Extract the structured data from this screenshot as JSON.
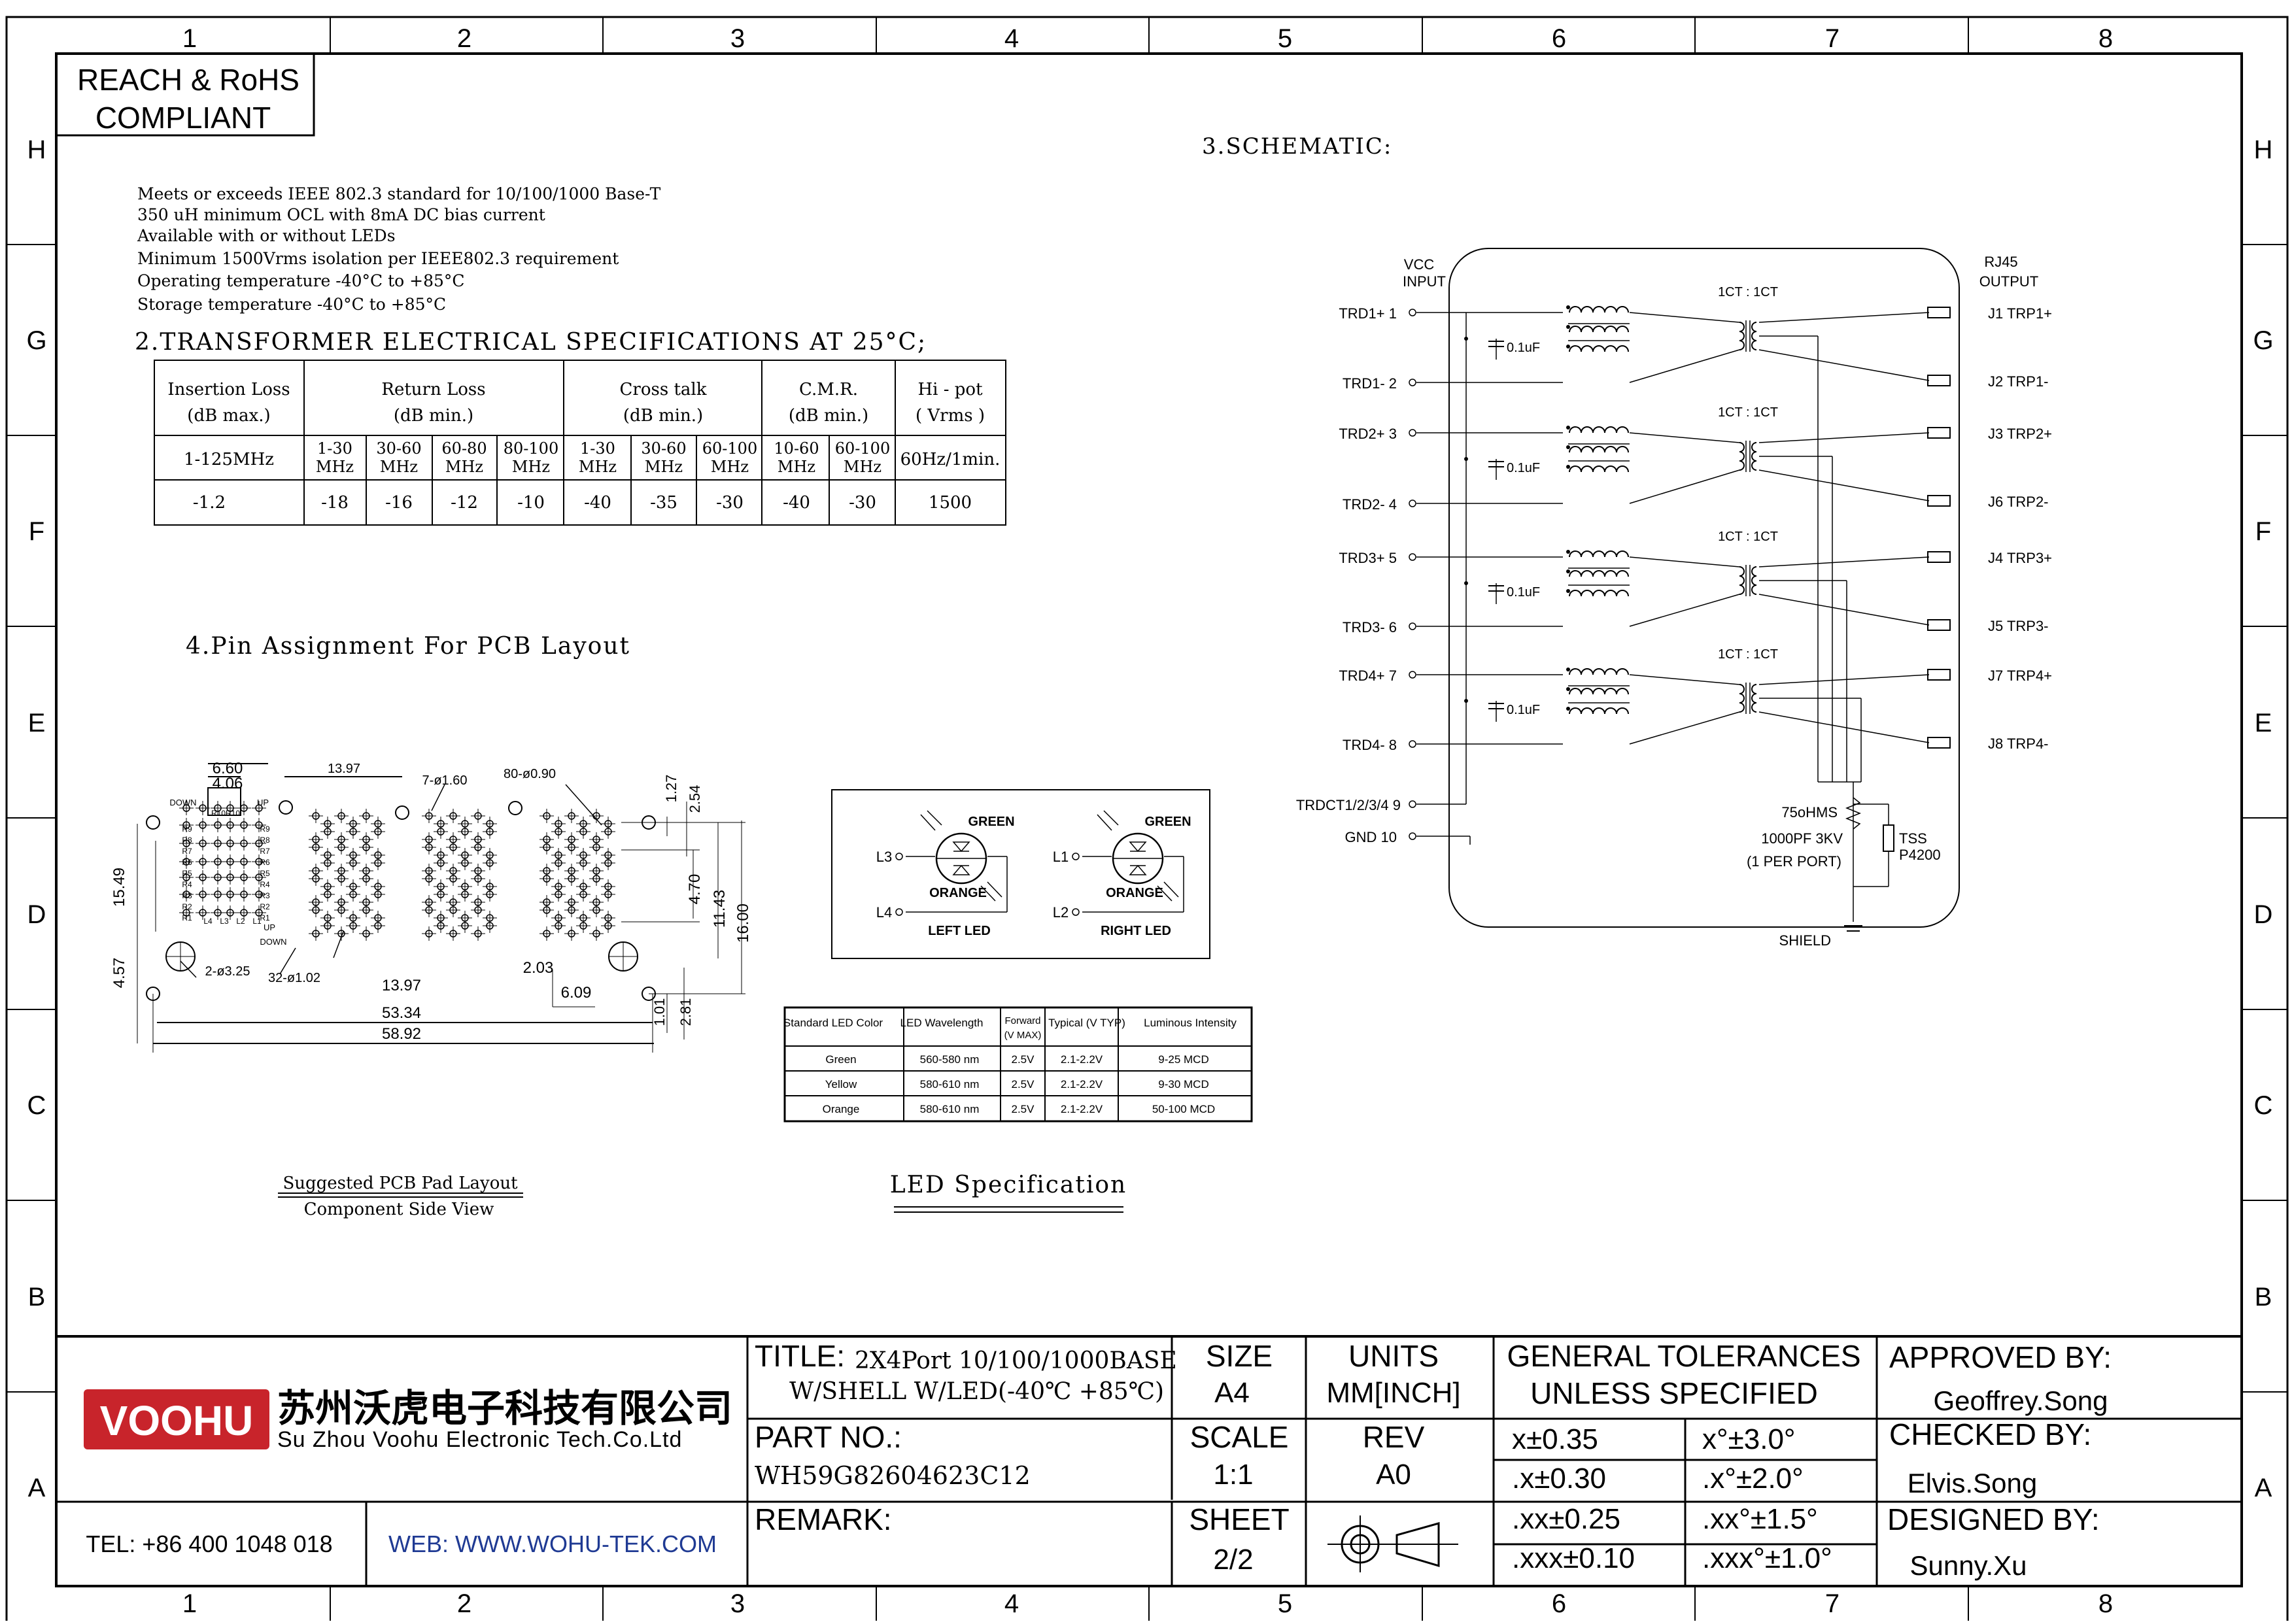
{
  "frame": {
    "columns": [
      "1",
      "2",
      "3",
      "4",
      "5",
      "6",
      "7",
      "8"
    ],
    "rows": [
      "H",
      "G",
      "F",
      "E",
      "D",
      "C",
      "B",
      "A"
    ]
  },
  "compliance": {
    "line1": "REACH & RoHS",
    "line2": "COMPLIANT"
  },
  "features": [
    "Meets or exceeds IEEE 802.3 standard for 10/100/1000 Base-T",
    "350 uH minimum OCL with 8mA DC bias current",
    "Available with or without LEDs",
    "Minimum 1500Vrms isolation per IEEE802.3 requirement",
    "Operating temperature -40°C to +85°C",
    "Storage temperature -40°C to +85°C"
  ],
  "spec": {
    "title": "2.TRANSFORMER ELECTRICAL SPECIFICATIONS AT 25°C;",
    "groups": [
      {
        "l1": "Insertion Loss",
        "l2": "(dB max.)"
      },
      {
        "l1": "Return Loss",
        "l2": "(dB min.)"
      },
      {
        "l1": "Cross talk",
        "l2": "(dB min.)"
      },
      {
        "l1": "C.M.R.",
        "l2": "(dB min.)"
      },
      {
        "l1": "Hi - pot",
        "l2": "( Vrms )"
      }
    ],
    "insertion_freq": "1-125MHz",
    "freqs": [
      {
        "a": "1-30",
        "b": "MHz"
      },
      {
        "a": "30-60",
        "b": "MHz"
      },
      {
        "a": "60-80",
        "b": "MHz"
      },
      {
        "a": "80-100",
        "b": "MHz"
      },
      {
        "a": "1-30",
        "b": "MHz"
      },
      {
        "a": "30-60",
        "b": "MHz"
      },
      {
        "a": "60-100",
        "b": "MHz"
      },
      {
        "a": "10-60",
        "b": "MHz"
      },
      {
        "a": "60-100",
        "b": "MHz"
      }
    ],
    "hipot_freq": "60Hz/1min.",
    "values": [
      "-1.2",
      "-18",
      "-16",
      "-12",
      "-10",
      "-40",
      "-35",
      "-30",
      "-40",
      "-30",
      "1500"
    ]
  },
  "pcb": {
    "title": "4.Pin Assignment For PCB Layout",
    "caption1": "Suggested PCB Pad Layout",
    "caption2": "Component Side View",
    "dims": {
      "d660": "6.60",
      "d406": "4.06",
      "d1397a": "13.97",
      "d7p": "7-ø1.60",
      "d80p": "80-ø0.90",
      "d127": "1.27",
      "d254": "2.54",
      "d1549": "15.49",
      "d457": "4.57",
      "d2p": "2-ø3.25",
      "d32p": "32-ø1.02",
      "d1397b": "13.97",
      "d203": "2.03",
      "d609": "6.09",
      "d470": "4.70",
      "d1143": "11.43",
      "d1600": "16.00",
      "d101": "1.01",
      "d281": "2.81",
      "d5334": "53.34",
      "d5892": "58.92"
    },
    "small": {
      "down": "DOWN",
      "up": "UP",
      "r10": "R10R10",
      "labels": [
        "R9",
        "R8",
        "R7",
        "R6",
        "R5",
        "R4",
        "R3",
        "R2",
        "R1"
      ],
      "bottom": [
        "L4",
        "L3",
        "L2",
        "L1"
      ],
      "up2": "UP",
      "down2": "DOWN"
    }
  },
  "led": {
    "green": "GREEN",
    "orange": "ORANGE",
    "left": {
      "top": "L3",
      "bottom": "L4",
      "name": "LEFT LED"
    },
    "right": {
      "top": "L1",
      "bottom": "L2",
      "name": "RIGHT LED"
    },
    "title": "LED Specification",
    "table": {
      "headers": [
        "Standard LED Color",
        "LED Wavelength",
        "Forward",
        "(V MAX)",
        "Typical (V TYP)",
        "Luminous Intensity"
      ],
      "rows": [
        [
          "Green",
          "560-580 nm",
          "2.5V",
          "2.1-2.2V",
          "9-25 MCD"
        ],
        [
          "Yellow",
          "580-610 nm",
          "2.5V",
          "2.1-2.2V",
          "9-30 MCD"
        ],
        [
          "Orange",
          "580-610 nm",
          "2.5V",
          "2.1-2.2V",
          "50-100 MCD"
        ]
      ]
    }
  },
  "schematic": {
    "title": "3.SCHEMATIC:",
    "vcc": "VCC",
    "input": "INPUT",
    "rj45": "RJ45",
    "output": "OUTPUT",
    "channels": [
      {
        "in_p": "TRD1+ 1",
        "in_n": "TRD1- 2",
        "out_p": "J1 TRP1+",
        "out_n": "J2 TRP1-",
        "ratio": "1CT : 1CT",
        "cap": "0.1uF"
      },
      {
        "in_p": "TRD2+ 3",
        "in_n": "TRD2- 4",
        "out_p": "J3 TRP2+",
        "out_n": "J6 TRP2-",
        "ratio": "1CT : 1CT",
        "cap": "0.1uF"
      },
      {
        "in_p": "TRD3+ 5",
        "in_n": "TRD3- 6",
        "out_p": "J4 TRP3+",
        "out_n": "J5 TRP3-",
        "ratio": "1CT : 1CT",
        "cap": "0.1uF"
      },
      {
        "in_p": "TRD4+ 7",
        "in_n": "TRD4- 8",
        "out_p": "J7 TRP4+",
        "out_n": "J8 TRP4-",
        "ratio": "1CT : 1CT",
        "cap": "0.1uF"
      }
    ],
    "trdct": "TRDCT1/2/3/4 9",
    "gnd": "GND 10",
    "r75": "75oHMS",
    "c1000": "1000PF 3KV",
    "per_port": "(1 PER PORT)",
    "tss1": "TSS",
    "tss2": "P4200",
    "shield": "SHIELD"
  },
  "title_block": {
    "company_cn": "苏州沃虎电子科技有限公司",
    "company_en": "Su Zhou Voohu Electronic Tech.Co.Ltd",
    "logo": "VOOHU",
    "tel": "TEL: +86 400 1048 018",
    "web": "WEB: WWW.WOHU-TEK.COM",
    "title_label": "TITLE:",
    "title_l1": "2X4Port 10/100/1000BASE",
    "title_l2": "W/SHELL W/LED(-40℃ +85℃)",
    "size_label": "SIZE",
    "size": "A4",
    "units_label": "UNITS",
    "units": "MM[INCH]",
    "tol_l1": "GENERAL TOLERANCES",
    "tol_l2": "UNLESS SPECIFIED",
    "approved_label": "APPROVED BY:",
    "approved": "Geoffrey.Song",
    "part_label": "PART NO.:",
    "part": "WH59G82604623C12",
    "scale_label": "SCALE",
    "scale": "1:1",
    "rev_label": "REV",
    "rev": "A0",
    "tol": [
      [
        "x±0.35",
        "x°±3.0°"
      ],
      [
        ".x±0.30",
        ".x°±2.0°"
      ],
      [
        ".xx±0.25",
        ".xx°±1.5°"
      ],
      [
        ".xxx±0.10",
        ".xxx°±1.0°"
      ]
    ],
    "checked_label": "CHECKED BY:",
    "checked": "Elvis.Song",
    "remark_label": "REMARK:",
    "sheet_label": "SHEET",
    "sheet": "2/2",
    "designed_label": "DESIGNED BY:",
    "designed": "Sunny.Xu"
  },
  "colors": {
    "logo": "#c8242b",
    "web": "#1f3a93"
  }
}
